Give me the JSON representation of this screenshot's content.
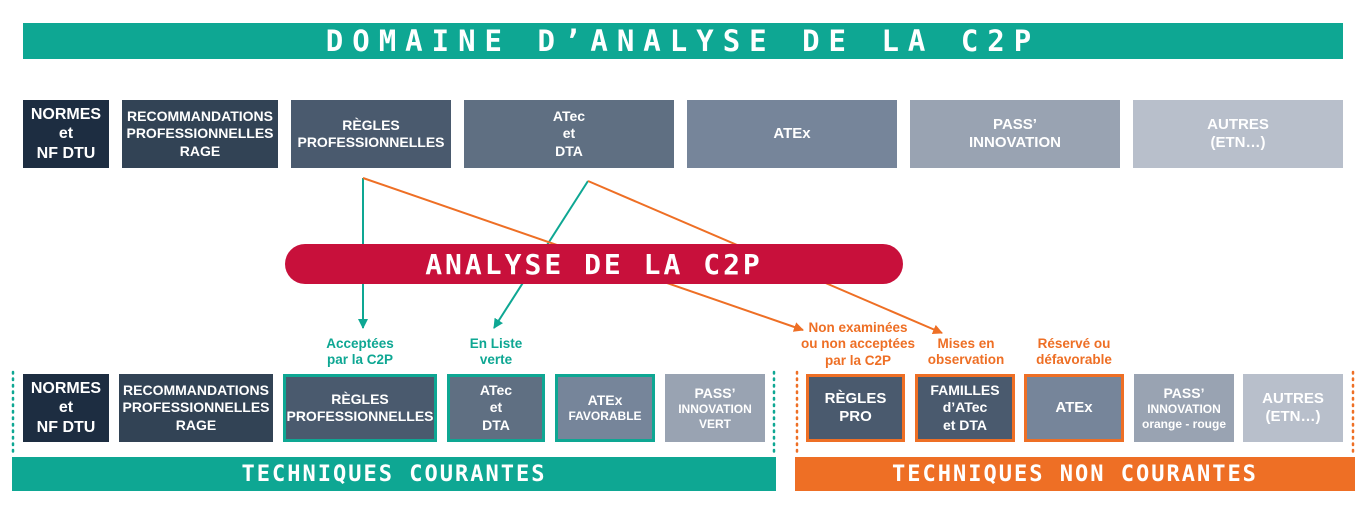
{
  "title": "DOMAINE D’ANALYSE DE LA C2P",
  "top_boxes": [
    {
      "lines": [
        "NORMES",
        "et",
        "NF DTU"
      ]
    },
    {
      "lines": [
        "RECOMMANDATIONS",
        "PROFESSIONNELLES",
        "RAGE"
      ]
    },
    {
      "lines": [
        "RÈGLES",
        "PROFESSIONNELLES"
      ]
    },
    {
      "lines": [
        "ATec",
        "et",
        "DTA"
      ]
    },
    {
      "lines": [
        "ATEx"
      ]
    },
    {
      "lines": [
        "PASS’",
        "INNOVATION"
      ]
    },
    {
      "lines": [
        "AUTRES",
        "(ETN…)"
      ]
    }
  ],
  "center_label": "ANALYSE DE LA C2P",
  "outcome_labels": {
    "acceptees": [
      "Acceptées",
      "par la C2P"
    ],
    "en_liste_verte": [
      "En Liste",
      "verte"
    ],
    "non_examinees": [
      "Non examinées",
      "ou non acceptées",
      "par la C2P"
    ],
    "mises_en_observation": [
      "Mises en",
      "observation"
    ],
    "reserve": [
      "Réservé ou",
      "défavorable"
    ]
  },
  "bottom_boxes": [
    {
      "lines": [
        "NORMES",
        "et",
        "NF DTU"
      ]
    },
    {
      "lines": [
        "RECOMMANDATIONS",
        "PROFESSIONNELLES",
        "RAGE"
      ]
    },
    {
      "lines": [
        "RÈGLES",
        "PROFESSIONNELLES"
      ]
    },
    {
      "lines": [
        "ATec",
        "et",
        "DTA"
      ]
    },
    {
      "lines": [
        "ATEx"
      ],
      "sub": "FAVORABLE"
    },
    {
      "lines": [
        "PASS’"
      ],
      "sub_lines": [
        "INNOVATION",
        "VERT"
      ]
    },
    {
      "lines": [
        "RÈGLES",
        "PRO"
      ]
    },
    {
      "lines": [
        "FAMILLES",
        "d’ATec",
        "et DTA"
      ]
    },
    {
      "lines": [
        "ATEx"
      ]
    },
    {
      "lines": [
        "PASS’"
      ],
      "sub_lines": [
        "INNOVATION",
        "orange - rouge"
      ]
    },
    {
      "lines": [
        "AUTRES",
        "(ETN…)"
      ]
    }
  ],
  "footer": {
    "courantes": "TECHNIQUES COURANTES",
    "non_courantes": "TECHNIQUES NON COURANTES"
  },
  "colors": {
    "green": "#0ea793",
    "orange": "#ee6f25",
    "red": "#c8103b",
    "navy": "#1d2d41"
  }
}
